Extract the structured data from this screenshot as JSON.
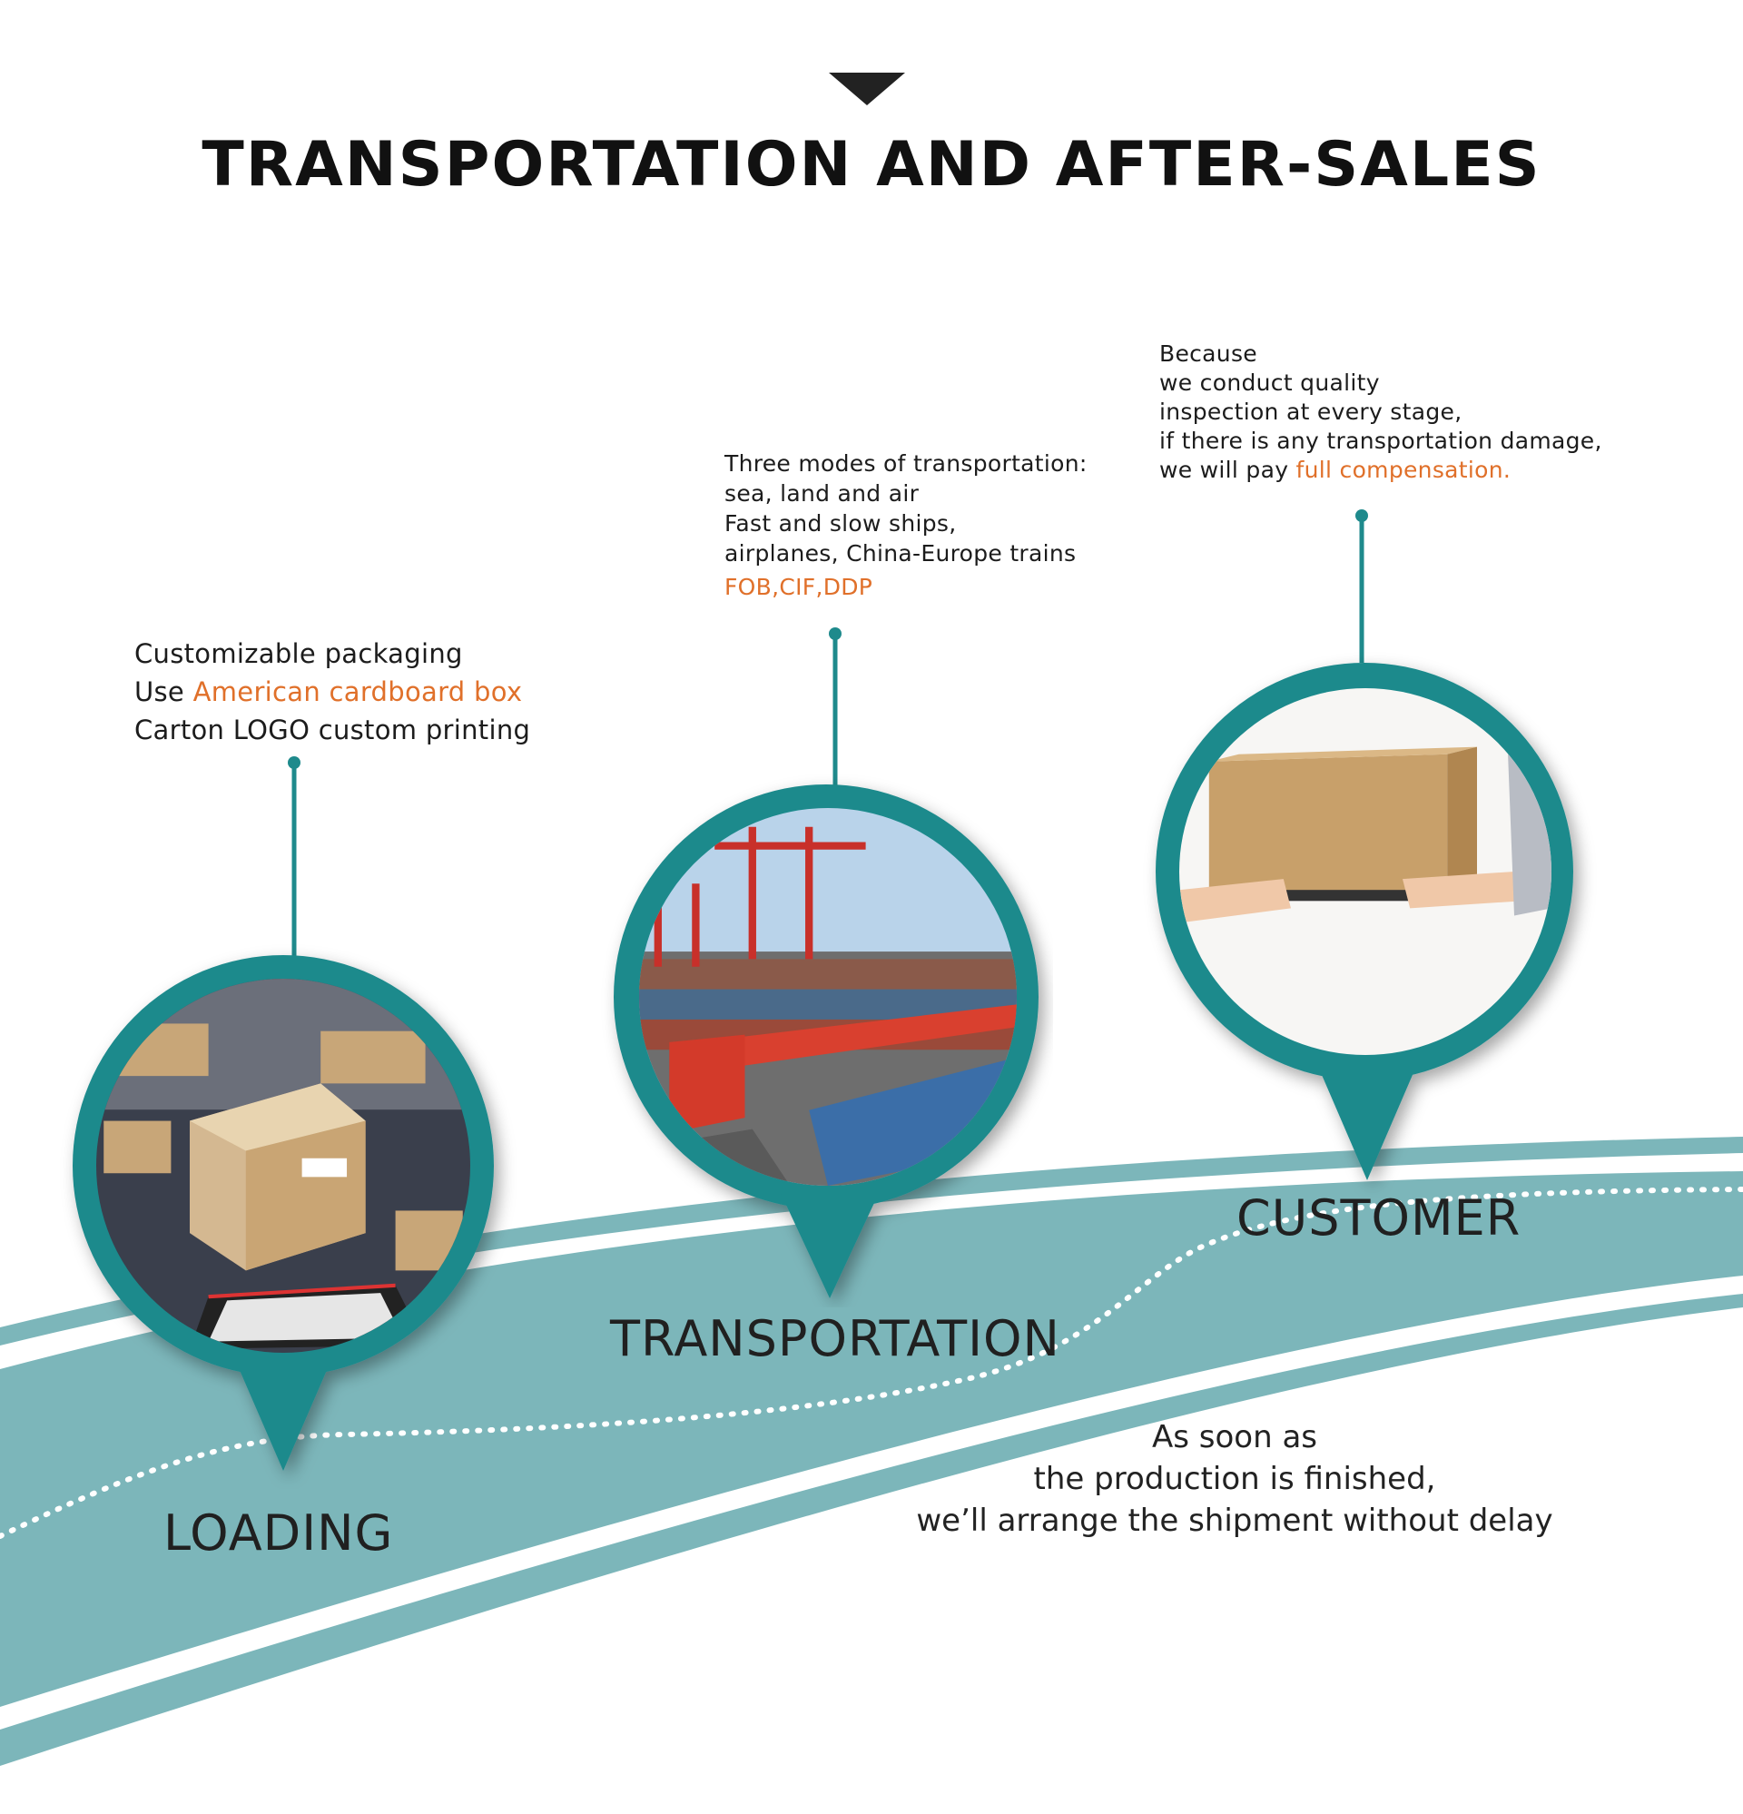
{
  "title": "TRANSPORTATION AND AFTER-SALES",
  "colors": {
    "teal": "#1e8a8c",
    "light_teal": "#7cb6ba",
    "highlight": "#e0702a"
  },
  "stages": [
    {
      "label": "LOADING",
      "image": "cardboard boxes on conveyor",
      "lines": [
        "Customizable packaging",
        "Use ",
        "Carton LOGO custom printing"
      ],
      "highlight": "American cardboard box"
    },
    {
      "label": "TRANSPORTATION",
      "image": "container port with cranes and train",
      "lines": [
        "Three modes of transportation:",
        "sea, land and air",
        "Fast and slow ships,",
        "airplanes, China-Europe trains"
      ],
      "highlight": "FOB,CIF,DDP"
    },
    {
      "label": "CUSTOMER",
      "image": "hands delivering a cardboard box",
      "lines": [
        "Because",
        "we conduct quality",
        "inspection at every stage,",
        "if there is any transportation damage,",
        "we will pay "
      ],
      "highlight": "full compensation."
    }
  ],
  "note": [
    "As soon as",
    "the production is finished,",
    "we’ll arrange the shipment without delay"
  ]
}
